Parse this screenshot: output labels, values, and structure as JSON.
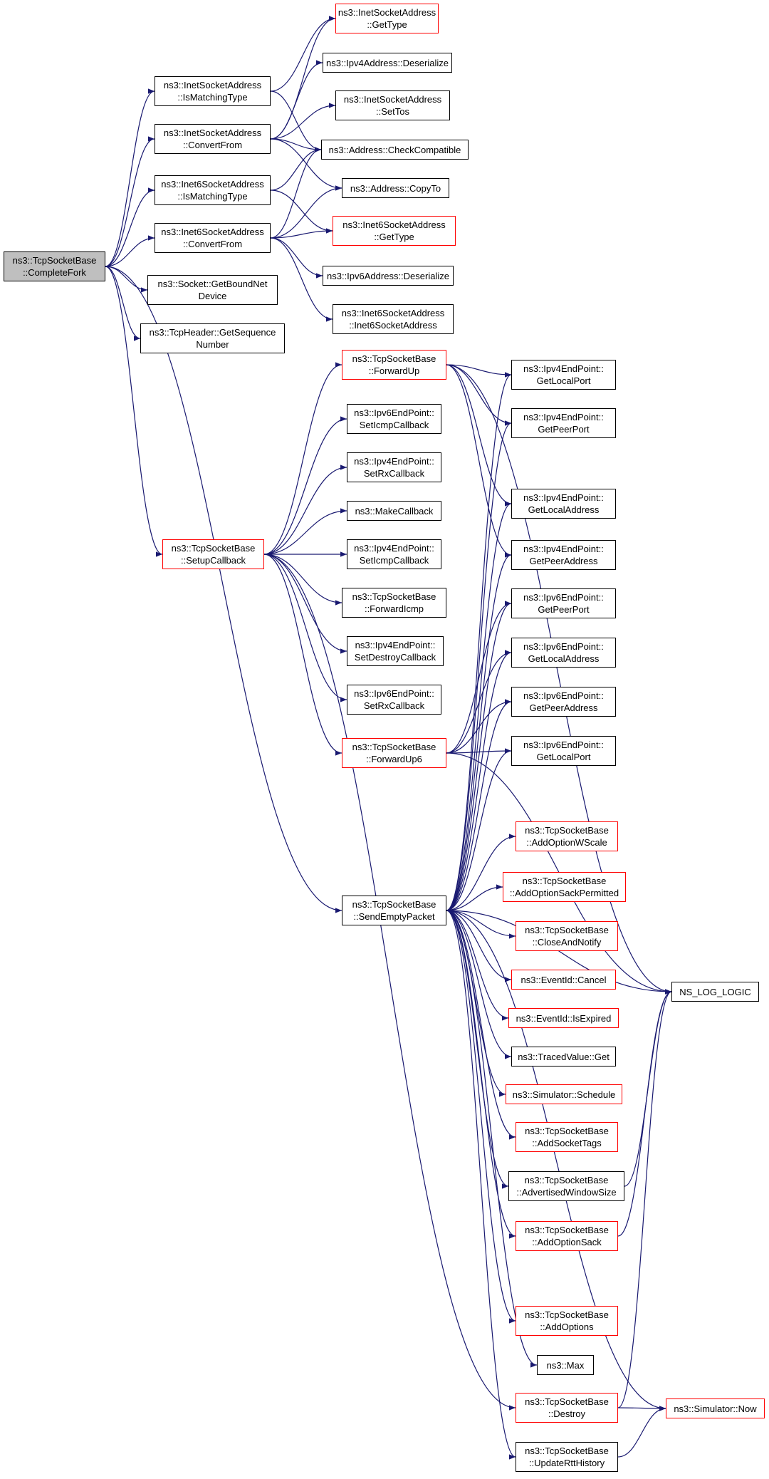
{
  "colors": {
    "edge": "#191970",
    "border": "#000000",
    "highlight_border": "#ff0000",
    "root_fill": "#bfbfbf"
  },
  "nodes": [
    {
      "id": "complete_fork",
      "lines": [
        "ns3::TcpSocketBase",
        "::CompleteFork"
      ],
      "style": "root"
    },
    {
      "id": "inet_is_matching",
      "lines": [
        "ns3::InetSocketAddress",
        "::IsMatchingType"
      ],
      "style": "normal"
    },
    {
      "id": "inet_convert_from",
      "lines": [
        "ns3::InetSocketAddress",
        "::ConvertFrom"
      ],
      "style": "normal"
    },
    {
      "id": "inet6_is_matching",
      "lines": [
        "ns3::Inet6SocketAddress",
        "::IsMatchingType"
      ],
      "style": "normal"
    },
    {
      "id": "inet6_convert_from",
      "lines": [
        "ns3::Inet6SocketAddress",
        "::ConvertFrom"
      ],
      "style": "normal"
    },
    {
      "id": "socket_get_bound",
      "lines": [
        "ns3::Socket::GetBoundNet",
        "Device"
      ],
      "style": "normal"
    },
    {
      "id": "tcpheader_get_seq",
      "lines": [
        "ns3::TcpHeader::GetSequence",
        "Number"
      ],
      "style": "normal"
    },
    {
      "id": "setup_callback",
      "lines": [
        "ns3::TcpSocketBase",
        "::SetupCallback"
      ],
      "style": "highlight"
    },
    {
      "id": "send_empty_packet",
      "lines": [
        "ns3::TcpSocketBase",
        "::SendEmptyPacket"
      ],
      "style": "normal"
    },
    {
      "id": "inet_get_type",
      "lines": [
        "ns3::InetSocketAddress",
        "::GetType"
      ],
      "style": "highlight"
    },
    {
      "id": "ipv4addr_deserialize",
      "lines": [
        "ns3::Ipv4Address::Deserialize"
      ],
      "style": "normal"
    },
    {
      "id": "inet_set_tos",
      "lines": [
        "ns3::InetSocketAddress",
        "::SetTos"
      ],
      "style": "normal"
    },
    {
      "id": "addr_check_compat",
      "lines": [
        "ns3::Address::CheckCompatible"
      ],
      "style": "normal"
    },
    {
      "id": "addr_copy_to",
      "lines": [
        "ns3::Address::CopyTo"
      ],
      "style": "normal"
    },
    {
      "id": "inet6_get_type",
      "lines": [
        "ns3::Inet6SocketAddress",
        "::GetType"
      ],
      "style": "highlight"
    },
    {
      "id": "ipv6addr_deserialize",
      "lines": [
        "ns3::Ipv6Address::Deserialize"
      ],
      "style": "normal"
    },
    {
      "id": "inet6_ctor",
      "lines": [
        "ns3::Inet6SocketAddress",
        "::Inet6SocketAddress"
      ],
      "style": "normal"
    },
    {
      "id": "forward_up",
      "lines": [
        "ns3::TcpSocketBase",
        "::ForwardUp"
      ],
      "style": "highlight"
    },
    {
      "id": "ipv6ep_set_icmp",
      "lines": [
        "ns3::Ipv6EndPoint::",
        "SetIcmpCallback"
      ],
      "style": "normal"
    },
    {
      "id": "ipv4ep_set_rx",
      "lines": [
        "ns3::Ipv4EndPoint::",
        "SetRxCallback"
      ],
      "style": "normal"
    },
    {
      "id": "make_callback",
      "lines": [
        "ns3::MakeCallback"
      ],
      "style": "normal"
    },
    {
      "id": "ipv4ep_set_icmp",
      "lines": [
        "ns3::Ipv4EndPoint::",
        "SetIcmpCallback"
      ],
      "style": "normal"
    },
    {
      "id": "forward_icmp",
      "lines": [
        "ns3::TcpSocketBase",
        "::ForwardIcmp"
      ],
      "style": "normal"
    },
    {
      "id": "ipv4ep_set_destroy",
      "lines": [
        "ns3::Ipv4EndPoint::",
        "SetDestroyCallback"
      ],
      "style": "normal"
    },
    {
      "id": "ipv6ep_set_rx",
      "lines": [
        "ns3::Ipv6EndPoint::",
        "SetRxCallback"
      ],
      "style": "normal"
    },
    {
      "id": "forward_up6",
      "lines": [
        "ns3::TcpSocketBase",
        "::ForwardUp6"
      ],
      "style": "highlight"
    },
    {
      "id": "ipv4ep_get_local_port",
      "lines": [
        "ns3::Ipv4EndPoint::",
        "GetLocalPort"
      ],
      "style": "normal"
    },
    {
      "id": "ipv4ep_get_peer_port",
      "lines": [
        "ns3::Ipv4EndPoint::",
        "GetPeerPort"
      ],
      "style": "normal"
    },
    {
      "id": "ipv4ep_get_local_addr",
      "lines": [
        "ns3::Ipv4EndPoint::",
        "GetLocalAddress"
      ],
      "style": "normal"
    },
    {
      "id": "ipv4ep_get_peer_addr",
      "lines": [
        "ns3::Ipv4EndPoint::",
        "GetPeerAddress"
      ],
      "style": "normal"
    },
    {
      "id": "ipv6ep_get_peer_port",
      "lines": [
        "ns3::Ipv6EndPoint::",
        "GetPeerPort"
      ],
      "style": "normal"
    },
    {
      "id": "ipv6ep_get_local_addr",
      "lines": [
        "ns3::Ipv6EndPoint::",
        "GetLocalAddress"
      ],
      "style": "normal"
    },
    {
      "id": "ipv6ep_get_peer_addr",
      "lines": [
        "ns3::Ipv6EndPoint::",
        "GetPeerAddress"
      ],
      "style": "normal"
    },
    {
      "id": "ipv6ep_get_local_port",
      "lines": [
        "ns3::Ipv6EndPoint::",
        "GetLocalPort"
      ],
      "style": "normal"
    },
    {
      "id": "add_option_wscale",
      "lines": [
        "ns3::TcpSocketBase",
        "::AddOptionWScale"
      ],
      "style": "highlight"
    },
    {
      "id": "add_option_sack_perm",
      "lines": [
        "ns3::TcpSocketBase",
        "::AddOptionSackPermitted"
      ],
      "style": "highlight"
    },
    {
      "id": "close_and_notify",
      "lines": [
        "ns3::TcpSocketBase",
        "::CloseAndNotify"
      ],
      "style": "highlight"
    },
    {
      "id": "eventid_cancel",
      "lines": [
        "ns3::EventId::Cancel"
      ],
      "style": "highlight"
    },
    {
      "id": "eventid_is_expired",
      "lines": [
        "ns3::EventId::IsExpired"
      ],
      "style": "highlight"
    },
    {
      "id": "tracedvalue_get",
      "lines": [
        "ns3::TracedValue::Get"
      ],
      "style": "normal"
    },
    {
      "id": "simulator_schedule",
      "lines": [
        "ns3::Simulator::Schedule"
      ],
      "style": "highlight"
    },
    {
      "id": "add_socket_tags",
      "lines": [
        "ns3::TcpSocketBase",
        "::AddSocketTags"
      ],
      "style": "highlight"
    },
    {
      "id": "advertised_window",
      "lines": [
        "ns3::TcpSocketBase",
        "::AdvertisedWindowSize"
      ],
      "style": "normal"
    },
    {
      "id": "add_option_sack",
      "lines": [
        "ns3::TcpSocketBase",
        "::AddOptionSack"
      ],
      "style": "highlight"
    },
    {
      "id": "add_options",
      "lines": [
        "ns3::TcpSocketBase",
        "::AddOptions"
      ],
      "style": "highlight"
    },
    {
      "id": "max",
      "lines": [
        "ns3::Max"
      ],
      "style": "normal"
    },
    {
      "id": "destroy",
      "lines": [
        "ns3::TcpSocketBase",
        "::Destroy"
      ],
      "style": "highlight"
    },
    {
      "id": "update_rtt",
      "lines": [
        "ns3::TcpSocketBase",
        "::UpdateRttHistory"
      ],
      "style": "normal"
    },
    {
      "id": "ns_log_logic",
      "lines": [
        "NS_LOG_LOGIC"
      ],
      "style": "normal"
    },
    {
      "id": "simulator_now",
      "lines": [
        "ns3::Simulator::Now"
      ],
      "style": "highlight"
    }
  ],
  "edges": [
    [
      "complete_fork",
      "inet_is_matching"
    ],
    [
      "complete_fork",
      "inet_convert_from"
    ],
    [
      "complete_fork",
      "inet6_is_matching"
    ],
    [
      "complete_fork",
      "inet6_convert_from"
    ],
    [
      "complete_fork",
      "socket_get_bound"
    ],
    [
      "complete_fork",
      "tcpheader_get_seq"
    ],
    [
      "complete_fork",
      "setup_callback"
    ],
    [
      "complete_fork",
      "send_empty_packet"
    ],
    [
      "inet_is_matching",
      "inet_get_type"
    ],
    [
      "inet_is_matching",
      "addr_check_compat"
    ],
    [
      "inet_convert_from",
      "inet_get_type"
    ],
    [
      "inet_convert_from",
      "ipv4addr_deserialize"
    ],
    [
      "inet_convert_from",
      "inet_set_tos"
    ],
    [
      "inet_convert_from",
      "addr_check_compat"
    ],
    [
      "inet_convert_from",
      "addr_copy_to"
    ],
    [
      "inet6_is_matching",
      "addr_check_compat"
    ],
    [
      "inet6_is_matching",
      "inet6_get_type"
    ],
    [
      "inet6_convert_from",
      "addr_check_compat"
    ],
    [
      "inet6_convert_from",
      "addr_copy_to"
    ],
    [
      "inet6_convert_from",
      "inet6_get_type"
    ],
    [
      "inet6_convert_from",
      "ipv6addr_deserialize"
    ],
    [
      "inet6_convert_from",
      "inet6_ctor"
    ],
    [
      "setup_callback",
      "forward_up"
    ],
    [
      "setup_callback",
      "ipv6ep_set_icmp"
    ],
    [
      "setup_callback",
      "ipv4ep_set_rx"
    ],
    [
      "setup_callback",
      "make_callback"
    ],
    [
      "setup_callback",
      "ipv4ep_set_icmp"
    ],
    [
      "setup_callback",
      "forward_icmp"
    ],
    [
      "setup_callback",
      "ipv4ep_set_destroy"
    ],
    [
      "setup_callback",
      "ipv6ep_set_rx"
    ],
    [
      "setup_callback",
      "forward_up6"
    ],
    [
      "setup_callback",
      "destroy"
    ],
    [
      "forward_up",
      "ipv4ep_get_local_port"
    ],
    [
      "forward_up",
      "ipv4ep_get_peer_port"
    ],
    [
      "forward_up",
      "ipv4ep_get_local_addr"
    ],
    [
      "forward_up",
      "ipv4ep_get_peer_addr"
    ],
    [
      "forward_up",
      "ns_log_logic"
    ],
    [
      "forward_up6",
      "ipv6ep_get_peer_port"
    ],
    [
      "forward_up6",
      "ipv6ep_get_local_addr"
    ],
    [
      "forward_up6",
      "ipv6ep_get_peer_addr"
    ],
    [
      "forward_up6",
      "ipv6ep_get_local_port"
    ],
    [
      "forward_up6",
      "ns_log_logic"
    ],
    [
      "send_empty_packet",
      "ipv4ep_get_local_port"
    ],
    [
      "send_empty_packet",
      "ipv4ep_get_peer_port"
    ],
    [
      "send_empty_packet",
      "ipv4ep_get_local_addr"
    ],
    [
      "send_empty_packet",
      "ipv4ep_get_peer_addr"
    ],
    [
      "send_empty_packet",
      "ipv6ep_get_peer_port"
    ],
    [
      "send_empty_packet",
      "ipv6ep_get_local_addr"
    ],
    [
      "send_empty_packet",
      "ipv6ep_get_peer_addr"
    ],
    [
      "send_empty_packet",
      "ipv6ep_get_local_port"
    ],
    [
      "send_empty_packet",
      "ns_log_logic"
    ],
    [
      "send_empty_packet",
      "add_option_wscale"
    ],
    [
      "send_empty_packet",
      "add_option_sack_perm"
    ],
    [
      "send_empty_packet",
      "close_and_notify"
    ],
    [
      "send_empty_packet",
      "eventid_cancel"
    ],
    [
      "send_empty_packet",
      "eventid_is_expired"
    ],
    [
      "send_empty_packet",
      "tracedvalue_get"
    ],
    [
      "send_empty_packet",
      "simulator_schedule"
    ],
    [
      "send_empty_packet",
      "add_socket_tags"
    ],
    [
      "send_empty_packet",
      "advertised_window"
    ],
    [
      "send_empty_packet",
      "add_option_sack"
    ],
    [
      "send_empty_packet",
      "add_options"
    ],
    [
      "send_empty_packet",
      "max"
    ],
    [
      "send_empty_packet",
      "simulator_now"
    ],
    [
      "send_empty_packet",
      "update_rtt"
    ],
    [
      "advertised_window",
      "ns_log_logic"
    ],
    [
      "add_option_sack",
      "ns_log_logic"
    ],
    [
      "destroy",
      "ns_log_logic"
    ],
    [
      "destroy",
      "simulator_now"
    ],
    [
      "update_rtt",
      "simulator_now"
    ]
  ]
}
